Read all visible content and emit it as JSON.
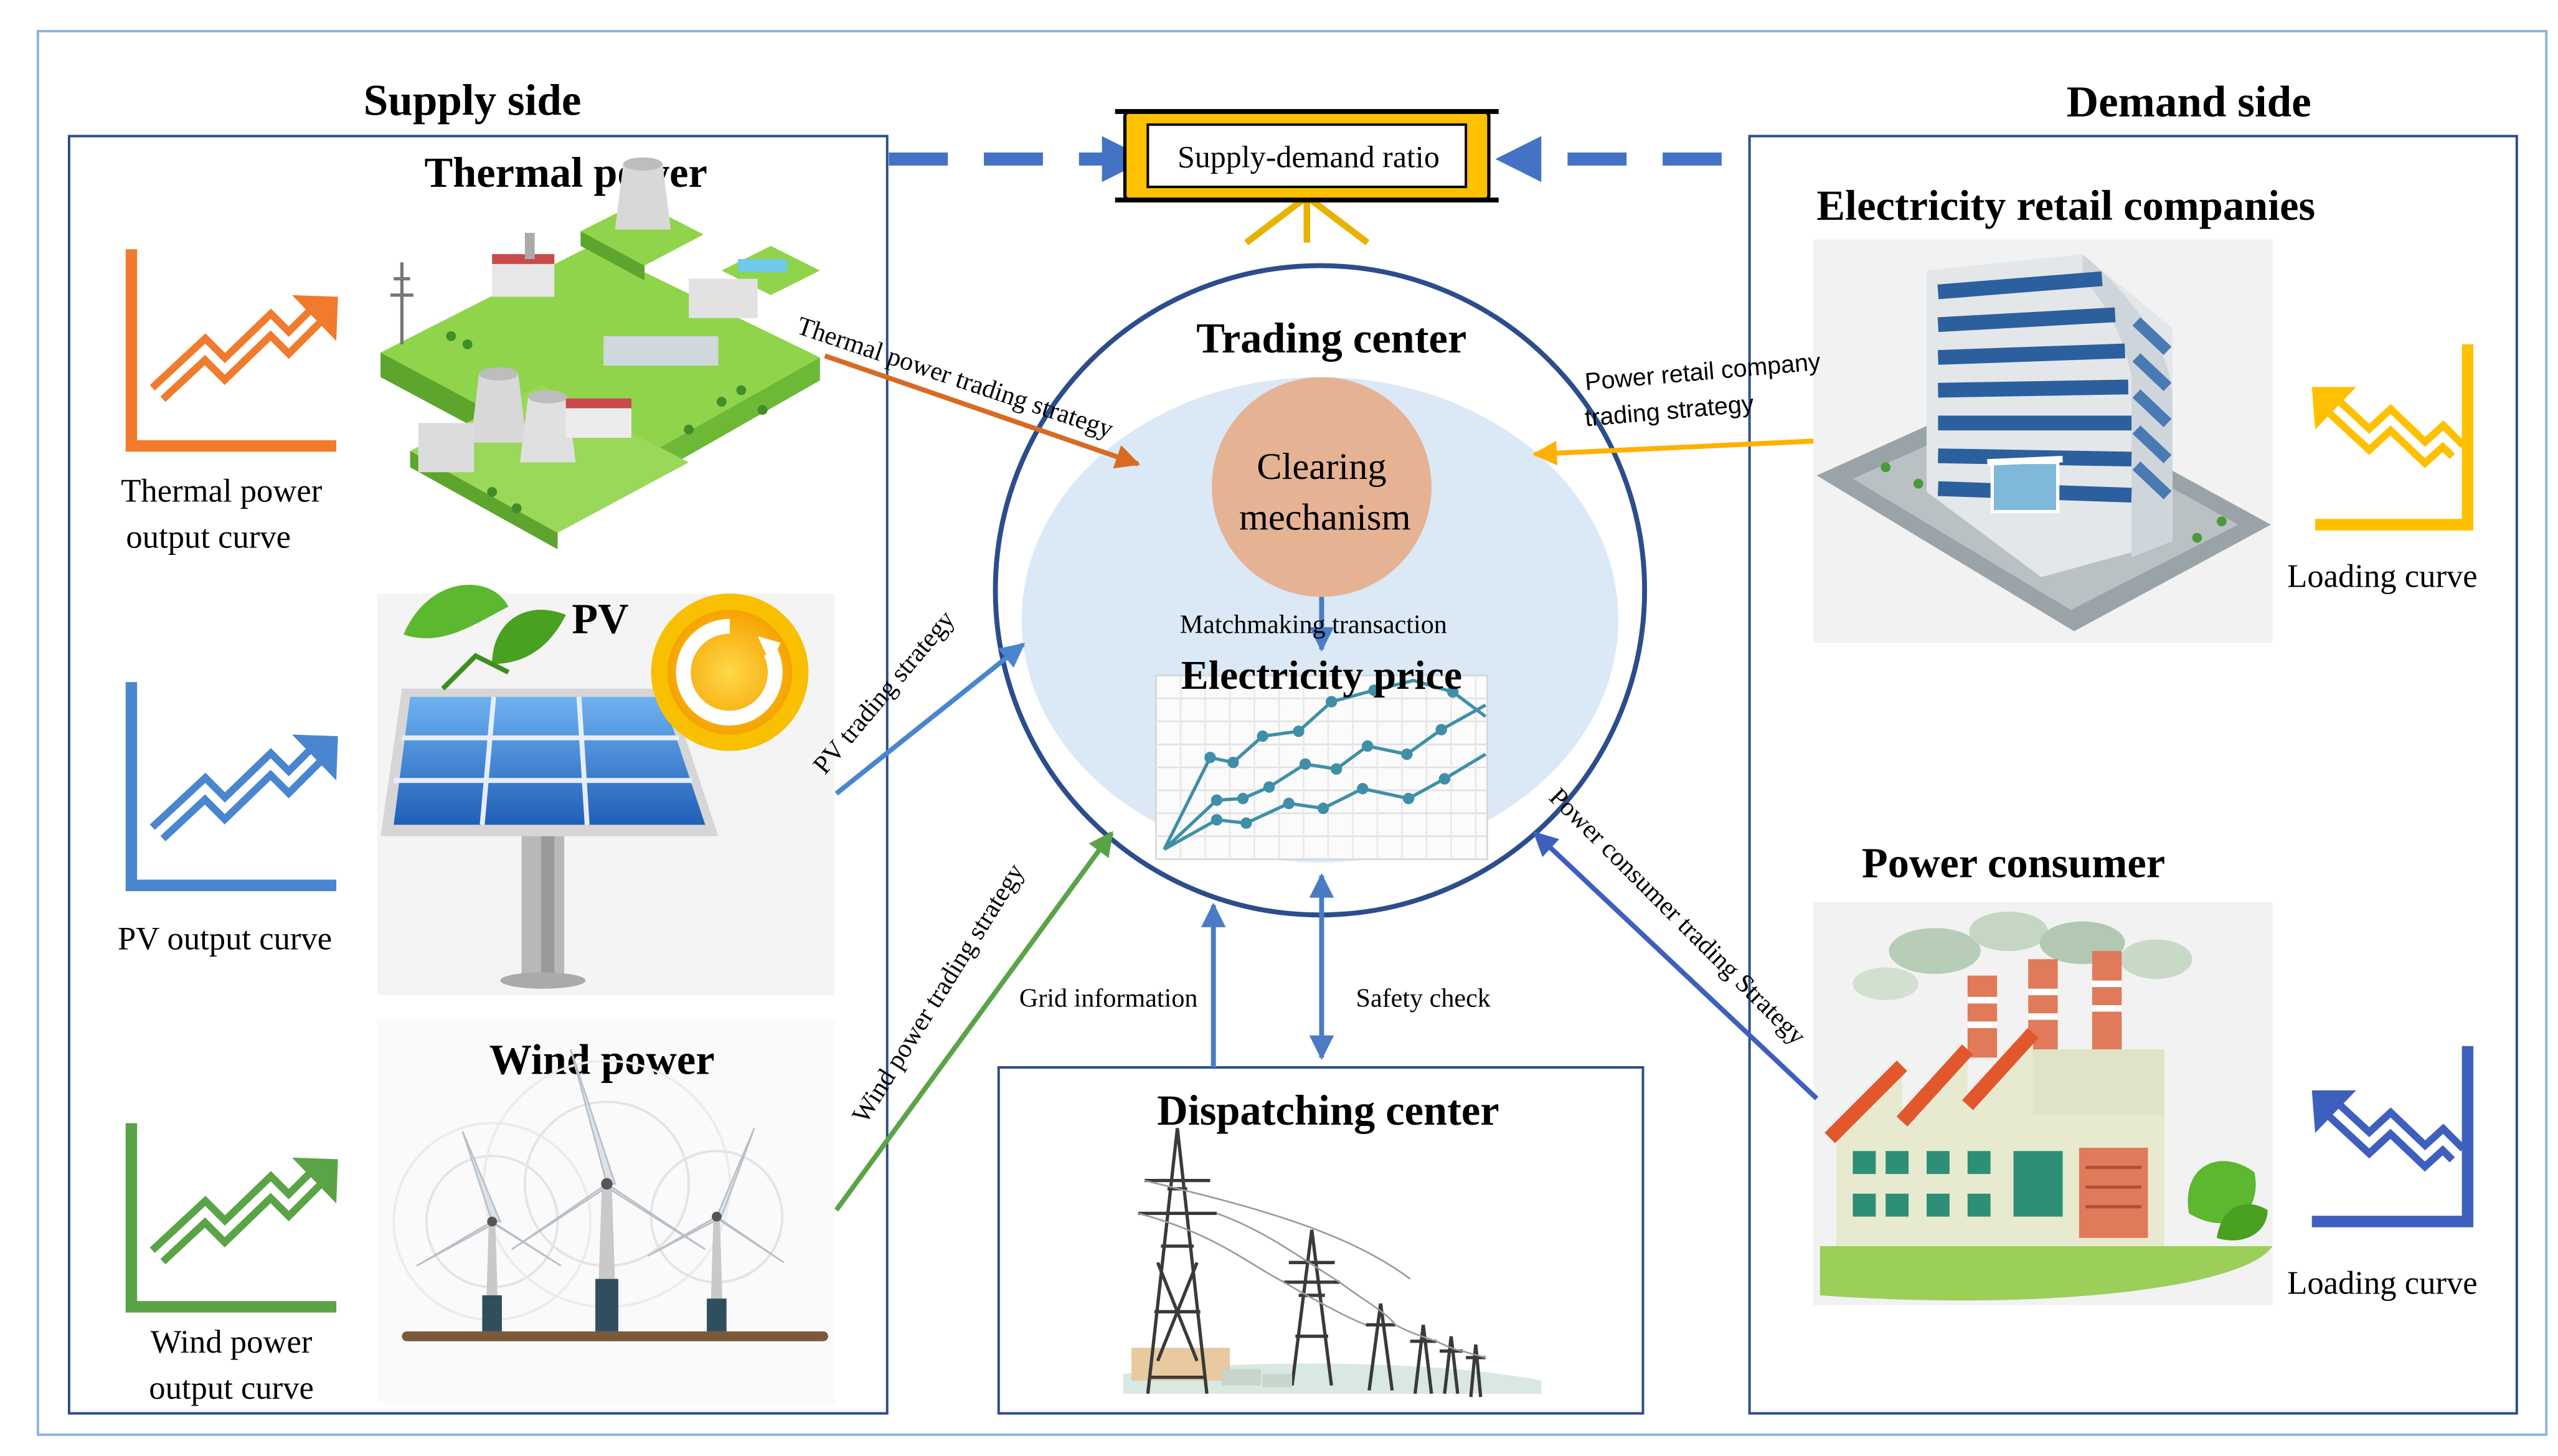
{
  "supply": {
    "side_title": "Supply side",
    "thermal": {
      "title": "Thermal power",
      "curve_label_1": "Thermal power",
      "curve_label_2": "output curve",
      "strategy": "Thermal power trading  strategy"
    },
    "pv": {
      "title": "PV",
      "curve_label": "PV output curve",
      "strategy": "PV trading strategy"
    },
    "wind": {
      "title": "Wind power",
      "curve_label_1": "Wind power",
      "curve_label_2": "output curve",
      "strategy": "Wind power trading strategy"
    }
  },
  "demand": {
    "side_title": "Demand side",
    "retail": {
      "title": "Electricity retail companies",
      "curve_label": "Loading  curve",
      "strategy_1": "Power retail company",
      "strategy_2": "trading strategy"
    },
    "consumer": {
      "title": "Power consumer",
      "curve_label": "Loading  curve",
      "strategy": "Power consumer trading Strategy"
    }
  },
  "center": {
    "ratio": "Supply-demand ratio",
    "trading_title": "Trading center",
    "clearing_1": "Clearing",
    "clearing_2": "mechanism",
    "matchmaking": "Matchmaking   transaction",
    "price_title": "Electricity price",
    "grid_info": "Grid information",
    "safety": "Safety  check"
  },
  "dispatch": {
    "title": "Dispatching center"
  },
  "colors": {
    "frame": "#8fb4dc",
    "box": "#2b4d8c",
    "thermal": "#f07b2c",
    "pv": "#4a86cf",
    "wind": "#5aa346",
    "retail": "#ffc000",
    "consumer": "#3f5fbf",
    "dashed": "#4472c4",
    "circle_fill": "#dbe8f6",
    "clearing": "#e5b394"
  }
}
